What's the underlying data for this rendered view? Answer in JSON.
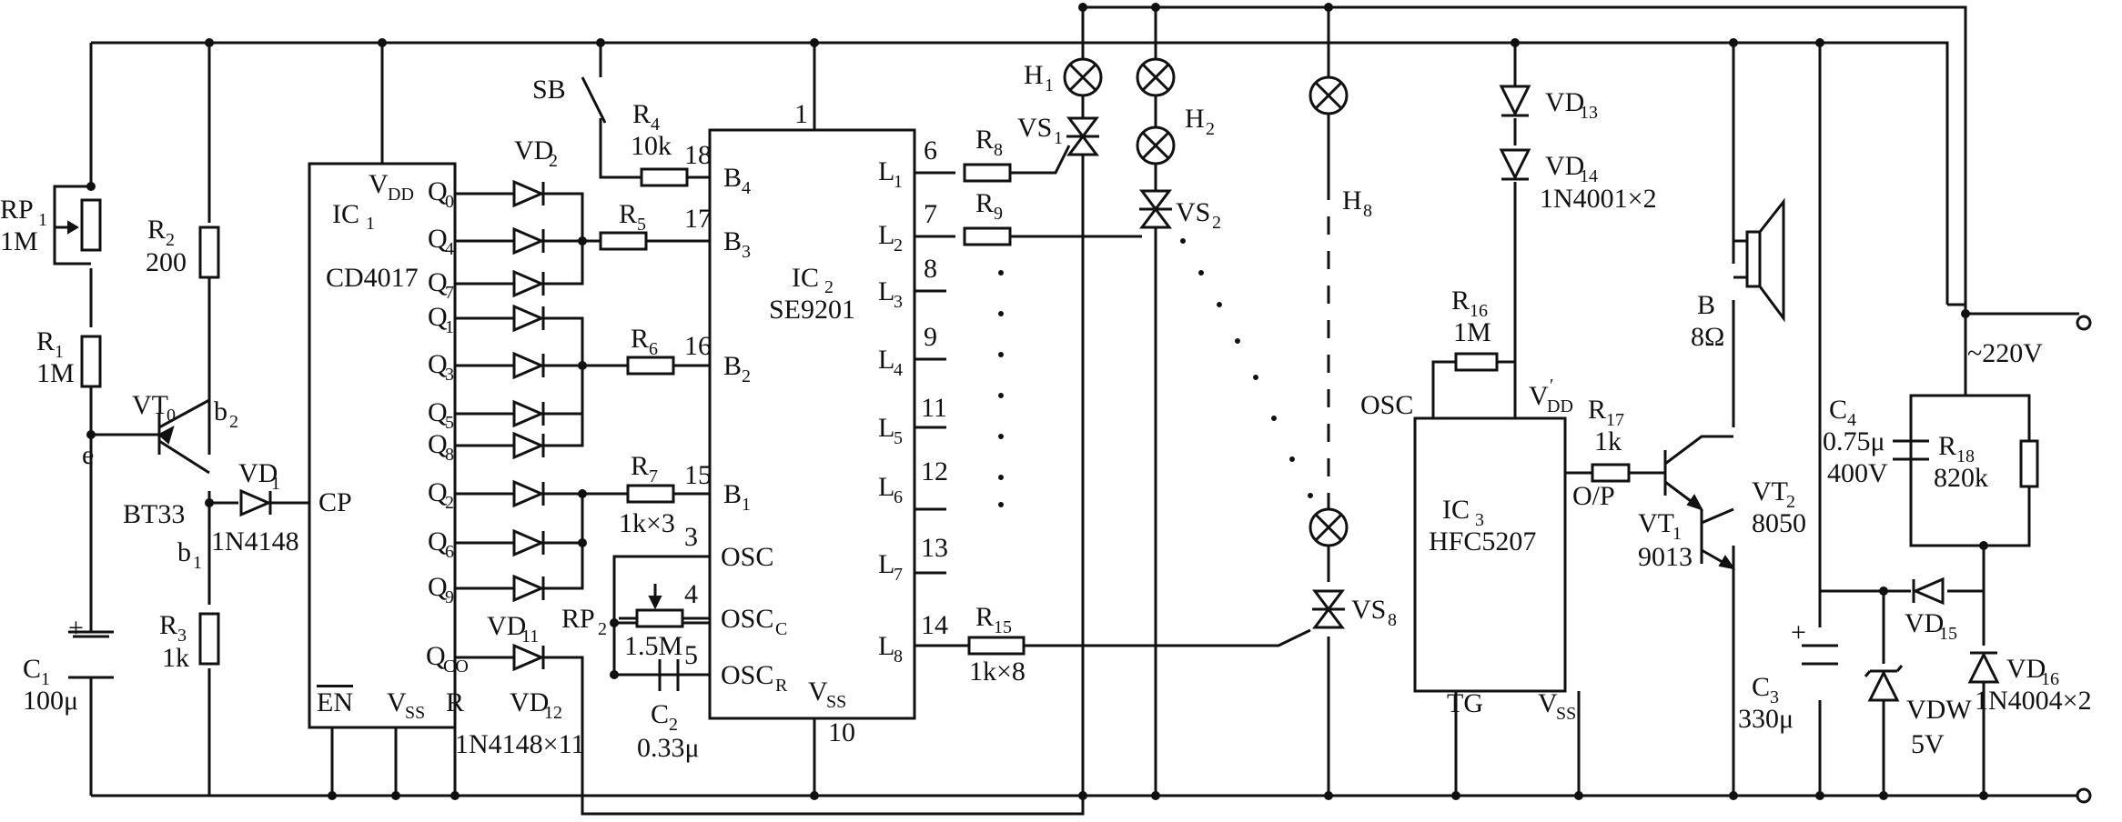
{
  "ic1": {
    "ref": "IC",
    "sub": "1",
    "part": "CD4017",
    "pins": {
      "vdd": "V",
      "vdd_sub": "DD",
      "q0": "Q",
      "q0s": "0",
      "q4": "Q",
      "q4s": "4",
      "q7": "Q",
      "q7s": "7",
      "q1": "Q",
      "q1s": "1",
      "q3": "Q",
      "q3s": "3",
      "q5": "Q",
      "q5s": "5",
      "q8": "Q",
      "q8s": "8",
      "q2": "Q",
      "q2s": "2",
      "q6": "Q",
      "q6s": "6",
      "q9": "Q",
      "q9s": "9",
      "qco": "Q",
      "qcos": "CO",
      "cp": "CP",
      "en": "EN",
      "vss": "V",
      "vss_sub": "SS",
      "r": "R"
    }
  },
  "ic2": {
    "ref": "IC",
    "sub": "2",
    "part": "SE9201",
    "pins": {
      "b4": "B",
      "b4s": "4",
      "b3": "B",
      "b3s": "3",
      "b2": "B",
      "b2s": "2",
      "b1": "B",
      "b1s": "1",
      "osc": "OSC",
      "oscc": "OSC",
      "osccs": "C",
      "oscr": "OSC",
      "oscrs": "R",
      "vss": "V",
      "vsss": "SS",
      "l1": "L",
      "l1s": "1",
      "l2": "L",
      "l2s": "2",
      "l3": "L",
      "l3s": "3",
      "l4": "L",
      "l4s": "4",
      "l5": "L",
      "l5s": "5",
      "l6": "L",
      "l6s": "6",
      "l7": "L",
      "l7s": "7",
      "l8": "L",
      "l8s": "8"
    },
    "pin_numbers": {
      "p1": "1",
      "p18": "18",
      "p17": "17",
      "p16": "16",
      "p15": "15",
      "p3": "3",
      "p4": "4",
      "p5": "5",
      "p10": "10",
      "p6": "6",
      "p7": "7",
      "p8": "8",
      "p9": "9",
      "p11": "11",
      "p12": "12",
      "p13": "13",
      "p14": "14"
    }
  },
  "ic3": {
    "ref": "IC",
    "sub": "3",
    "part": "HFC5207",
    "pins": {
      "osc": "OSC",
      "vdd": "V",
      "vdds": "DD",
      "vddp": "′",
      "op": "O/P",
      "tg": "TG",
      "vss": "V",
      "vsss": "SS"
    }
  },
  "components": {
    "rp1": {
      "ref": "RP",
      "sub": "1",
      "value": "1M"
    },
    "r1": {
      "ref": "R",
      "sub": "1",
      "value": "1M"
    },
    "r2": {
      "ref": "R",
      "sub": "2",
      "value": "200"
    },
    "r3": {
      "ref": "R",
      "sub": "3",
      "value": "1k"
    },
    "vt0": {
      "ref": "VT",
      "sub": "0",
      "part": "BT33",
      "e": "e",
      "b2": "b",
      "b2s": "2",
      "b1": "b",
      "b1s": "1"
    },
    "vd1": {
      "ref": "VD",
      "sub": "1",
      "part": "1N4148"
    },
    "c1": {
      "ref": "C",
      "sub": "1",
      "value": "100μ",
      "plus": "+"
    },
    "sb": {
      "ref": "SB"
    },
    "r4": {
      "ref": "R",
      "sub": "4",
      "value": "10k"
    },
    "r5": {
      "ref": "R",
      "sub": "5"
    },
    "r6": {
      "ref": "R",
      "sub": "6"
    },
    "r7": {
      "ref": "R",
      "sub": "7",
      "value": "1k×3"
    },
    "vd2": {
      "ref": "VD",
      "sub": "2"
    },
    "vd11": {
      "ref": "VD",
      "sub": "11"
    },
    "vd12": {
      "ref": "VD",
      "sub": "12",
      "part": "1N4148×11"
    },
    "rp2": {
      "ref": "RP",
      "sub": "2",
      "value": "1.5M"
    },
    "c2": {
      "ref": "C",
      "sub": "2",
      "value": "0.33μ"
    },
    "r8": {
      "ref": "R",
      "sub": "8"
    },
    "r9": {
      "ref": "R",
      "sub": "9"
    },
    "r15": {
      "ref": "R",
      "sub": "15",
      "value": "1k×8"
    },
    "h1": {
      "ref": "H",
      "sub": "1"
    },
    "h2": {
      "ref": "H",
      "sub": "2"
    },
    "h8": {
      "ref": "H",
      "sub": "8"
    },
    "vs1": {
      "ref": "VS",
      "sub": "1"
    },
    "vs2": {
      "ref": "VS",
      "sub": "2"
    },
    "vs8": {
      "ref": "VS",
      "sub": "8"
    },
    "vd13": {
      "ref": "VD",
      "sub": "13"
    },
    "vd14": {
      "ref": "VD",
      "sub": "14",
      "part": "1N4001×2"
    },
    "r16": {
      "ref": "R",
      "sub": "16",
      "value": "1M"
    },
    "r17": {
      "ref": "R",
      "sub": "17",
      "value": "1k"
    },
    "vt1": {
      "ref": "VT",
      "sub": "1",
      "part": "9013"
    },
    "vt2": {
      "ref": "VT",
      "sub": "2",
      "part": "8050"
    },
    "spk": {
      "ref": "B",
      "value": "8Ω"
    },
    "c3": {
      "ref": "C",
      "sub": "3",
      "value": "330μ",
      "plus": "+"
    },
    "c4": {
      "ref": "C",
      "sub": "4",
      "value": "0.75μ",
      "rating": "400V"
    },
    "r18": {
      "ref": "R",
      "sub": "18",
      "value": "820k"
    },
    "vd15": {
      "ref": "VD",
      "sub": "15"
    },
    "vd16": {
      "ref": "VD",
      "sub": "16",
      "part": "1N4004×2"
    },
    "vdw": {
      "ref": "VDW",
      "value": "5V"
    },
    "mains": {
      "label": "~220V"
    }
  }
}
